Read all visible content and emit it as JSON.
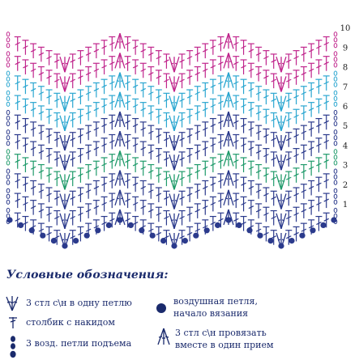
{
  "row_numbers": [
    "1",
    "2",
    "3",
    "4",
    "5",
    "6",
    "7",
    "8",
    "9",
    "10"
  ],
  "rows": [
    {
      "num": "1",
      "color": "#2b3a8c"
    },
    {
      "num": "2",
      "color": "#2b3a8c"
    },
    {
      "num": "3",
      "color": "#2b3a8c"
    },
    {
      "num": "4",
      "color": "#1f9a6a"
    },
    {
      "num": "5",
      "color": "#2b3a8c"
    },
    {
      "num": "6",
      "color": "#2b3a8c"
    },
    {
      "num": "7",
      "color": "#2aa6d0"
    },
    {
      "num": "8",
      "color": "#2aa6d0"
    },
    {
      "num": "9",
      "color": "#c0258c"
    },
    {
      "num": "10",
      "color": "#c0258c"
    }
  ],
  "chain_color": "#2b3a8c",
  "legend": {
    "title": "Условные обозначения:",
    "items": {
      "inc": "3 стл с\\н в одну петлю",
      "dc": "столбик с накидом",
      "turn_chain": "3 возд. петли подъема",
      "chain_line1": "воздушная петля,",
      "chain_line2": "начало вязания",
      "dec_line1": "3 стл с\\н провязать",
      "dec_line2": "вместе в один прием"
    }
  }
}
